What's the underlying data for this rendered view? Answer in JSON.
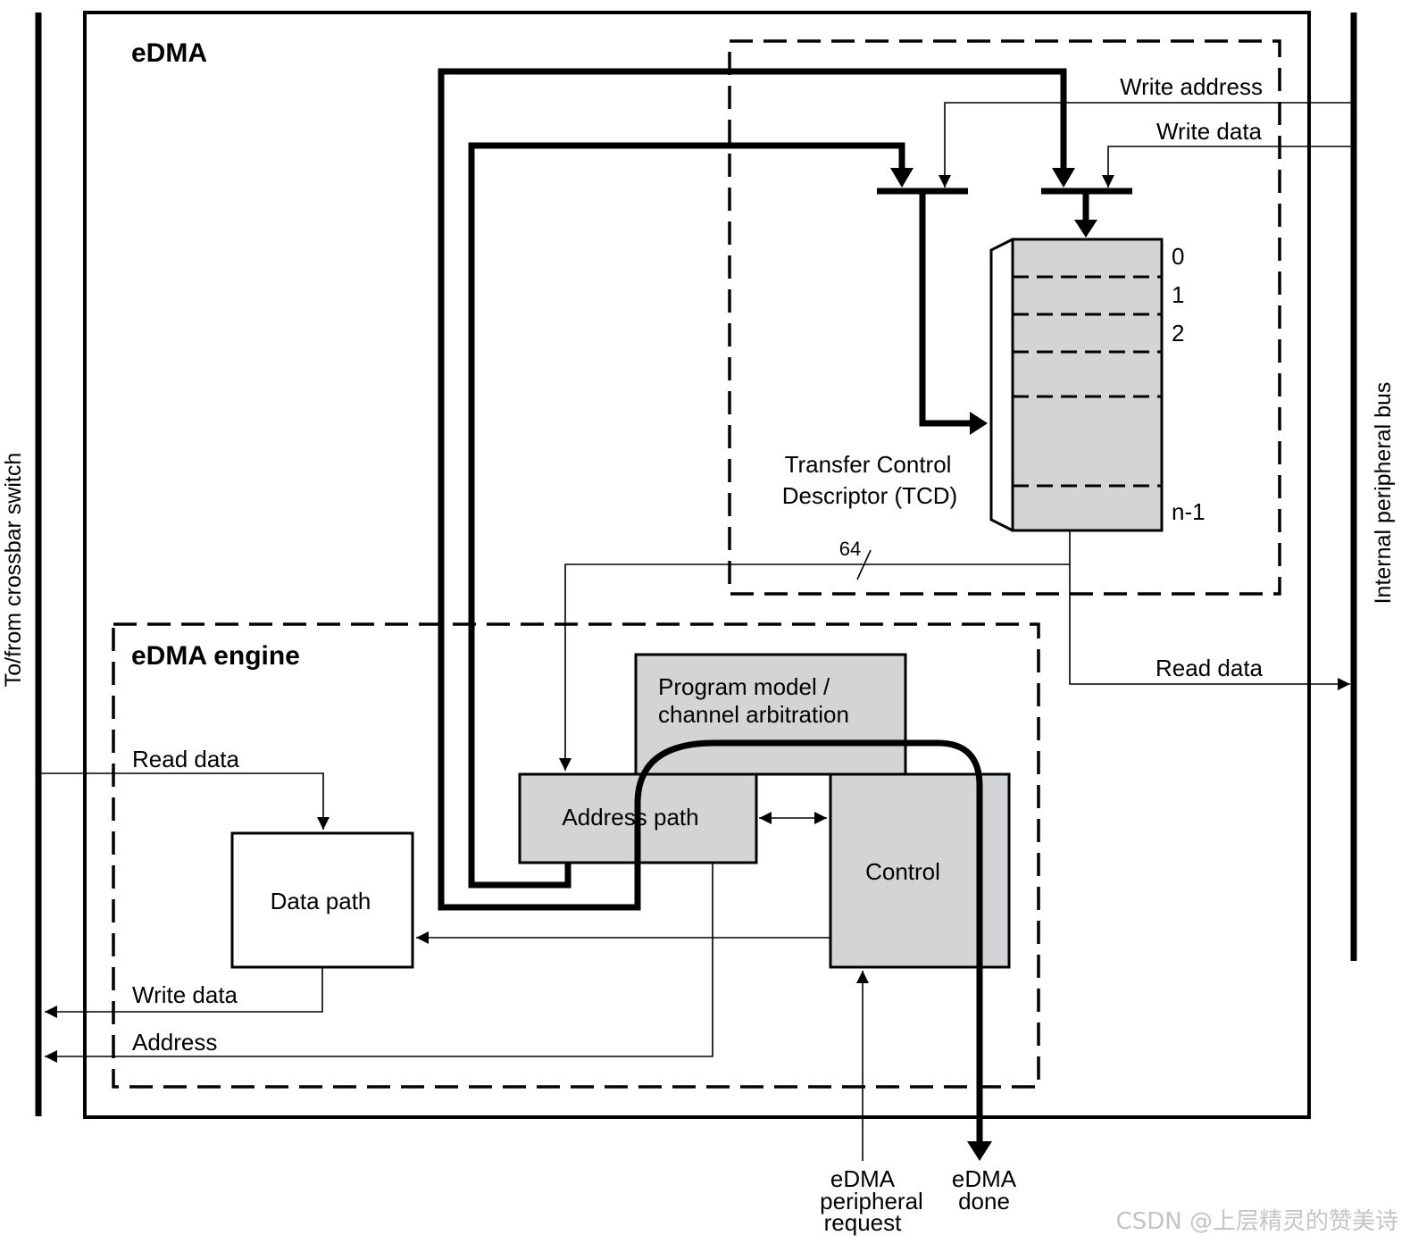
{
  "labels": {
    "edma": "eDMA",
    "edma_engine": "eDMA engine",
    "left_bus": "To/from crossbar switch",
    "right_bus": "Internal peripheral bus",
    "write_address": "Write address",
    "write_data_top": "Write data",
    "tcd_line1": "Transfer Control",
    "tcd_line2": "Descriptor (TCD)",
    "tcd_row_0": "0",
    "tcd_row_1": "1",
    "tcd_row_2": "2",
    "tcd_row_last": "n-1",
    "bus_width": "64",
    "read_data_right": "Read data",
    "program_model_line1": "Program model /",
    "program_model_line2": "channel arbitration",
    "address_path": "Address path",
    "control": "Control",
    "read_data_left": "Read data",
    "data_path": "Data path",
    "write_data_left": "Write data",
    "address_left": "Address",
    "peripheral_request_line1": "eDMA",
    "peripheral_request_line2": "peripheral",
    "peripheral_request_line3": "request",
    "done_line1": "eDMA",
    "done_line2": "done"
  },
  "watermark": "CSDN @上层精灵的赞美诗",
  "colors": {
    "block_fill": "#d3d4d6",
    "line": "#000000",
    "watermark": "#c4c4c4"
  }
}
